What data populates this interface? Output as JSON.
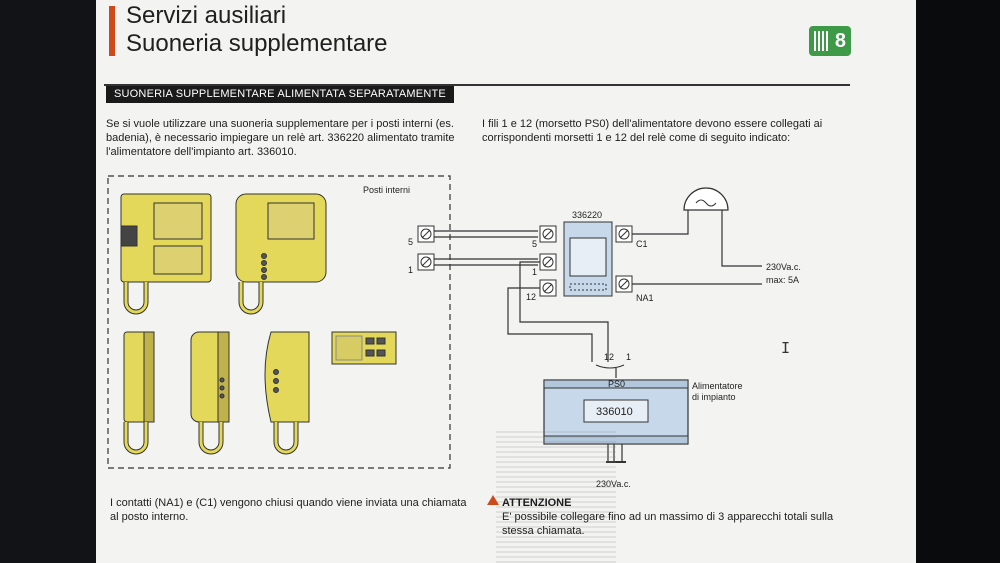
{
  "header": {
    "title_line1": "Servizi ausiliari",
    "title_line2": "Suoneria supplementare",
    "badge": "8"
  },
  "section": {
    "heading": "SUONERIA SUPPLEMENTARE ALIMENTATA SEPARATAMENTE"
  },
  "intro_left": {
    "line1": "Se si vuole utilizzare una suoneria supplementare per i posti interni (es.",
    "line2": "badenia), è necessario impiegare un relè art. 336220 alimentato tramite",
    "line3": "l'alimentatore dell'impianto art. 336010."
  },
  "intro_right": {
    "line1": "I fili 1 e 12 (morsetto PS0) dell'alimentatore devono essere collegati ai",
    "line2": "corrispondenti morsetti 1 e 12 del relè come di seguito indicato:"
  },
  "diagram": {
    "posti_interni": "Posti interni",
    "relay_code": "336220",
    "terminal_5_left": "5",
    "terminal_1_left": "1",
    "terminal_5": "5",
    "terminal_1": "1",
    "terminal_12": "12",
    "terminal_c1": "C1",
    "terminal_na1": "NA1",
    "supply_230": "230Va.c.",
    "supply_max": "max: 5A",
    "psu_term_12": "12",
    "psu_term_1": "1",
    "psu_label": "PS0",
    "psu_code": "336010",
    "psu_name_line1": "Alimentatore",
    "psu_name_line2": "di impianto",
    "psu_supply": "230Va.c."
  },
  "footer_left": {
    "line1": "I contatti (NA1) e (C1) vengono chiusi quando viene inviata una chiamata",
    "line2": "al posto interno."
  },
  "attention": {
    "title": "ATTENZIONE",
    "line1": "E' possibile collegare fino ad un massimo di 3 apparecchi totali sulla",
    "line2": "stessa chiamata."
  },
  "colors": {
    "accent": "#cf4a1b",
    "badge": "#3f9a48",
    "device_yellow": "#e4d85a",
    "relay_blue": "#c6d8ea"
  }
}
